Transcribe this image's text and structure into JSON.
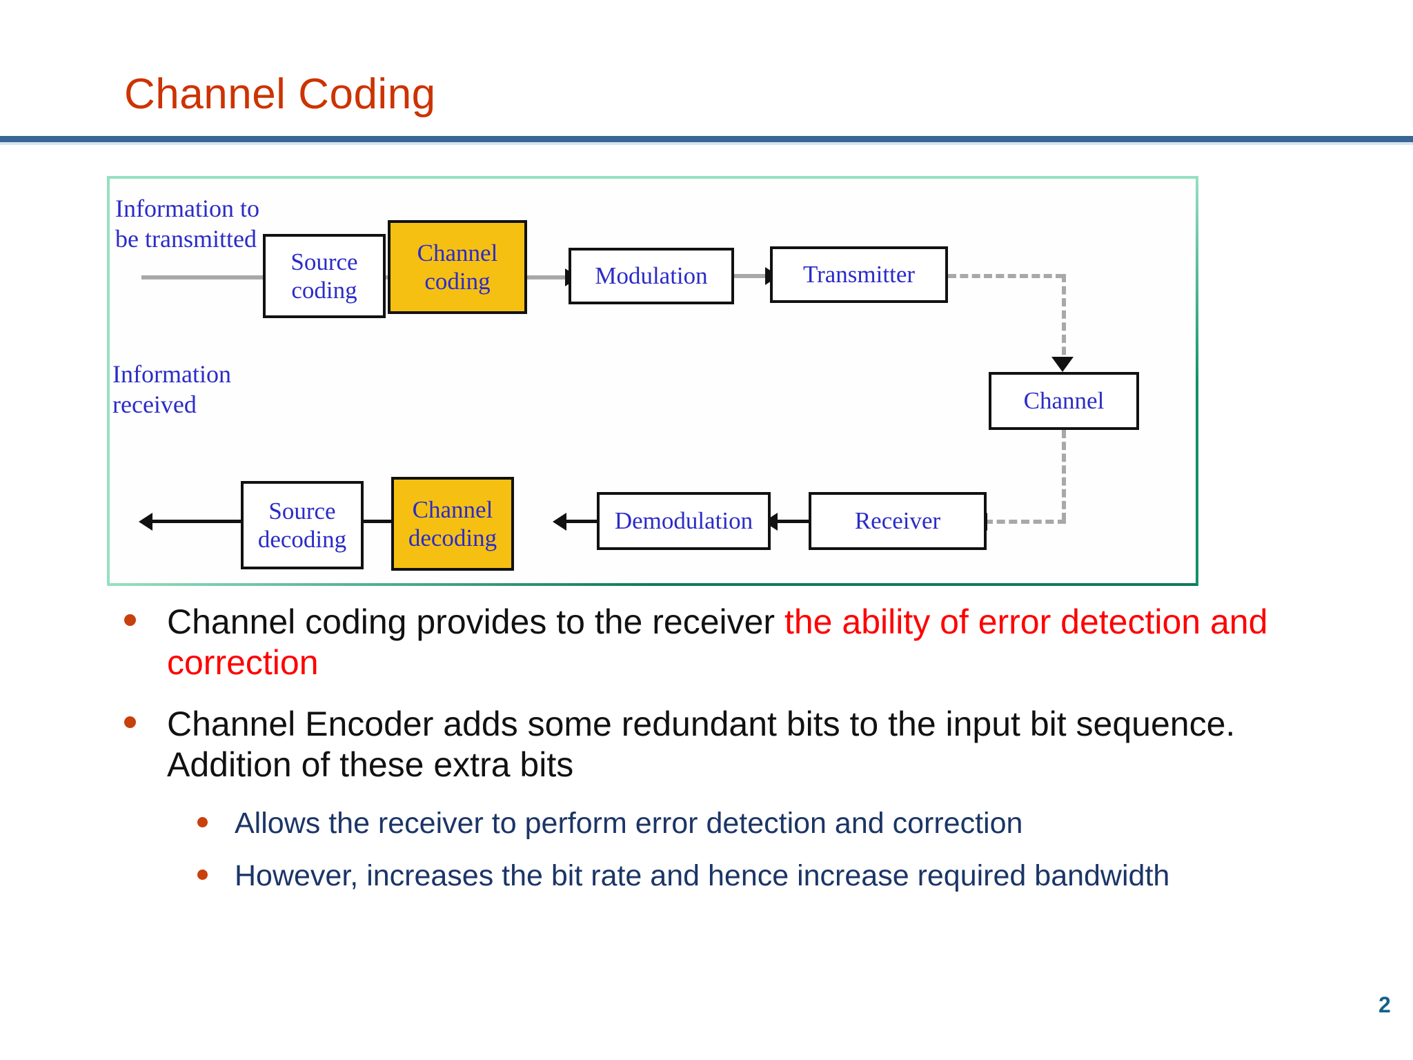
{
  "slide": {
    "title": "Channel Coding",
    "page_number": "2",
    "title_color": "#CC3300",
    "rule_color": "#3A6694"
  },
  "diagram": {
    "frame_color": "#96E0C2",
    "highlight_color": "#F5C012",
    "box_text_color": "#2B2BC8",
    "labels": [
      {
        "name": "information-to-be-transmitted",
        "text": "Information to\nbe transmitted"
      },
      {
        "name": "information-received",
        "text": "Information\nreceived"
      }
    ],
    "transmit_chain": [
      {
        "name": "source-coding",
        "text": "Source\ncoding",
        "highlight": false
      },
      {
        "name": "channel-coding",
        "text": "Channel\ncoding",
        "highlight": true
      },
      {
        "name": "modulation",
        "text": "Modulation",
        "highlight": false
      },
      {
        "name": "transmitter",
        "text": "Transmitter",
        "highlight": false
      }
    ],
    "medium": {
      "name": "channel",
      "text": "Channel",
      "highlight": false
    },
    "receive_chain": [
      {
        "name": "receiver",
        "text": "Receiver",
        "highlight": false
      },
      {
        "name": "demodulation",
        "text": "Demodulation",
        "highlight": false
      },
      {
        "name": "channel-decoding",
        "text": "Channel\ndecoding",
        "highlight": true
      },
      {
        "name": "source-decoding",
        "text": "Source\ndecoding",
        "highlight": false
      }
    ]
  },
  "bullets": [
    {
      "level": 1,
      "name": "bullet-channel-coding-ability",
      "segments": [
        {
          "text": "Channel coding provides to the receiver ",
          "color": "black"
        },
        {
          "text": "the ability of error detection and correction",
          "color": "red"
        }
      ],
      "plain": "Channel coding provides to the receiver the ability of error detection and correction"
    },
    {
      "level": 1,
      "name": "bullet-channel-encoder-redundant-bits",
      "segments": [
        {
          "text": "Channel Encoder adds some redundant bits to the input bit sequence. Addition of these extra bits",
          "color": "black"
        }
      ],
      "plain": "Channel Encoder adds some redundant bits to the input bit sequence. Addition of these extra bits"
    },
    {
      "level": 2,
      "name": "bullet-allows-error-detection",
      "segments": [
        {
          "text": "Allows the receiver to perform error detection and correction",
          "color": "navy"
        }
      ],
      "plain": "Allows the receiver to perform error detection and correction"
    },
    {
      "level": 2,
      "name": "bullet-increases-bit-rate",
      "segments": [
        {
          "text": "However, increases the bit rate and hence increase required bandwidth",
          "color": "navy"
        }
      ],
      "plain": "However, increases the bit rate and hence increase required bandwidth"
    }
  ],
  "bullet_text": {
    "b1_black": "Channel coding provides to the receiver ",
    "b1_red": "the ability of error detection and correction",
    "b2": "Channel Encoder adds some redundant bits to the input bit sequence. Addition of these extra bits",
    "b3": "Allows the receiver to perform error detection and correction",
    "b4": "However, increases the bit rate and hence increase required bandwidth"
  }
}
